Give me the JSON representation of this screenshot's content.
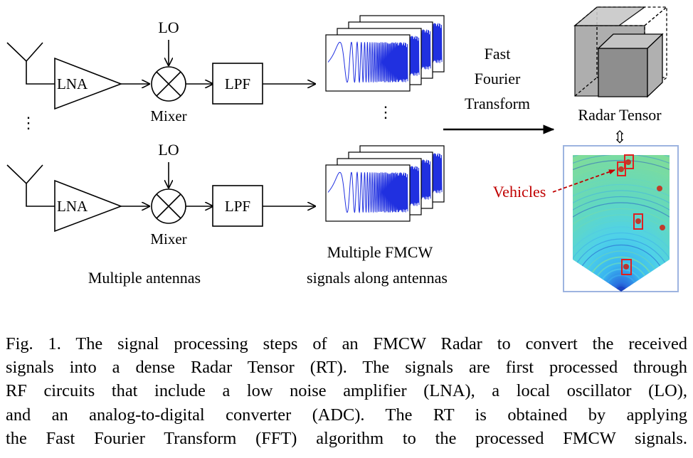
{
  "diagram": {
    "labels": {
      "lo_top": "LO",
      "lo_bottom": "LO",
      "lna_top": "LNA",
      "lna_bottom": "LNA",
      "lpf_top": "LPF",
      "lpf_bottom": "LPF",
      "mixer_top": "Mixer",
      "mixer_bottom": "Mixer",
      "multiple_antennas": "Multiple antennas",
      "fmcw_line1": "Multiple FMCW",
      "fmcw_line2": "signals along antennas",
      "fft_line1": "Fast",
      "fft_line2": "Fourier",
      "fft_line3": "Transform",
      "radar_tensor": "Radar Tensor",
      "vehicles": "Vehicles",
      "double_arrow": "⇳",
      "vdots": "⋮"
    },
    "colors": {
      "vehicles_label": "#c00000",
      "bbox": "#e02020",
      "heatmap_border": "#9db4e0",
      "chirp": "#2030e0"
    }
  },
  "caption": {
    "lines": [
      "Fig. 1.  The signal processing steps of an FMCW Radar to convert the received",
      "signals into a dense Radar Tensor (RT). The signals are first processed through",
      "RF circuits that include a low noise amplifier (LNA), a local oscillator (LO),",
      "and an analog-to-digital converter (ADC). The RT is obtained by applying",
      "the Fast Fourier Transform (FFT) algorithm to the processed FMCW signals."
    ]
  }
}
